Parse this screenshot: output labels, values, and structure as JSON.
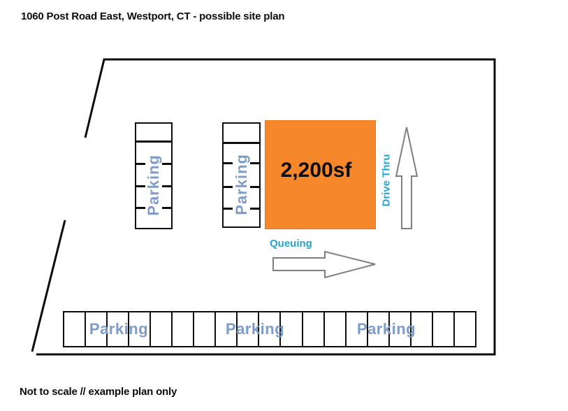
{
  "title": "1060 Post Road East, Westport, CT - possible site plan",
  "footer": "Not to scale // example plan only",
  "colors": {
    "building_fill": "#F6872B",
    "parking_label": "#7E9CC9",
    "flow_label": "#27A5CC",
    "arrow_outline": "#7F7F7F",
    "boundary_line": "#0d0d0d"
  },
  "building": {
    "area_label": "2,200sf"
  },
  "drive_thru": {
    "label": "Drive Thru"
  },
  "queuing": {
    "label": "Queuing"
  },
  "parking_strips": [
    {
      "label": "Parking"
    },
    {
      "label": "Parking"
    }
  ],
  "bottom_row": {
    "cell_count": 19,
    "labels": [
      "Parking",
      "Parking",
      "Parking"
    ]
  }
}
